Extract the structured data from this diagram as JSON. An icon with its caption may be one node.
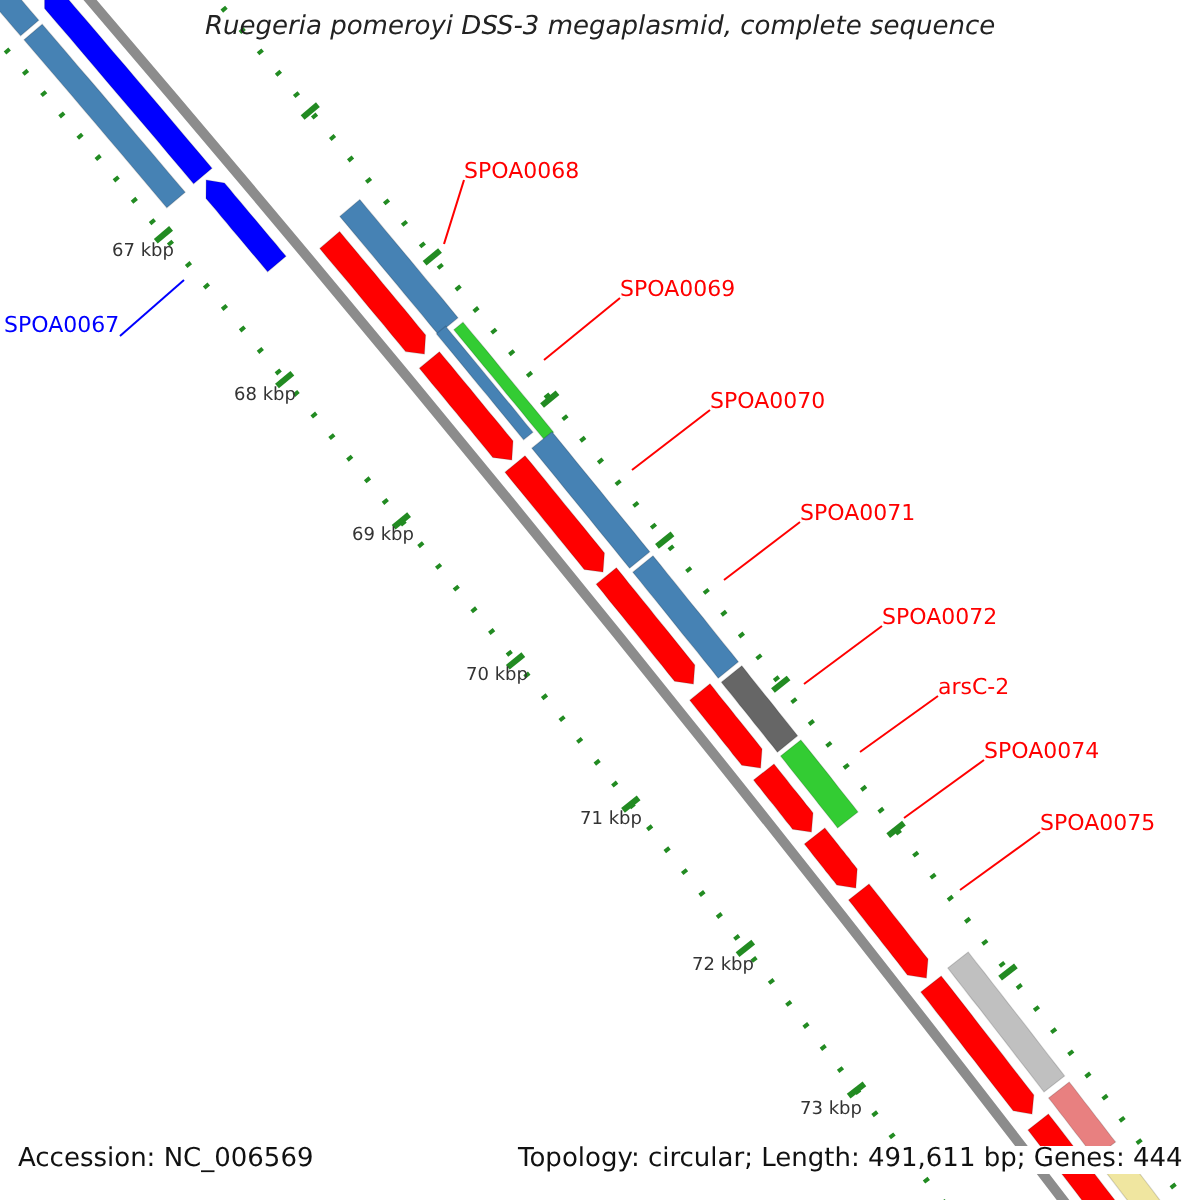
{
  "diagram": {
    "title": "Ruegeria pomeroyi DSS-3 megaplasmid, complete sequence",
    "nodes": [
      {
        "text": [
          "SPOA0067"
        ]
      },
      {
        "text": [
          "SPOA0068"
        ]
      },
      {
        "text": [
          "SPOA0069"
        ]
      },
      {
        "text": [
          "SPOA0070"
        ]
      },
      {
        "text": [
          "SPOA0071"
        ]
      },
      {
        "text": [
          "SPOA0072"
        ]
      },
      {
        "text": [
          "arsC-2"
        ]
      },
      {
        "text": [
          "SPOA0074"
        ]
      },
      {
        "text": [
          "SPOA0075"
        ]
      }
    ],
    "edges": [
      {
        "from": 0,
        "to": null,
        "arrow": "none",
        "color": "#0000ff"
      },
      {
        "from": 1,
        "to": null,
        "arrow": "none"
      },
      {
        "from": 2,
        "to": null,
        "arrow": "none"
      },
      {
        "from": 3,
        "to": null,
        "arrow": "none"
      },
      {
        "from": 4,
        "to": null,
        "arrow": "none"
      },
      {
        "from": 5,
        "to": null,
        "arrow": "none"
      },
      {
        "from": 6,
        "to": null,
        "arrow": "none"
      },
      {
        "from": 7,
        "to": null,
        "arrow": "none"
      },
      {
        "from": 8,
        "to": null,
        "arrow": "none"
      }
    ],
    "labels": [
      "67 kbp",
      "68 kbp",
      "69 kbp",
      "70 kbp",
      "71 kbp",
      "72 kbp",
      "73 kbp",
      "Accession: NC_006569",
      "Topology: circular; Length: 491,611 bp; Genes: 444"
    ]
  }
}
